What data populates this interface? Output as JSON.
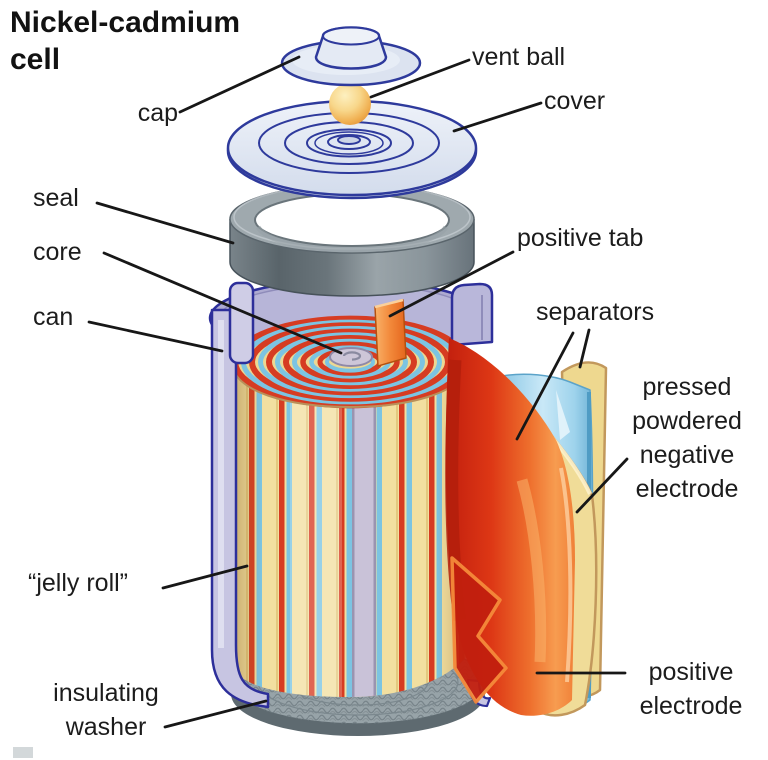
{
  "title": {
    "line1": "Nickel-cadmium",
    "line2": "cell"
  },
  "labels": {
    "cap": "cap",
    "vent_ball": "vent ball",
    "cover": "cover",
    "seal": "seal",
    "core": "core",
    "can": "can",
    "positive_tab": "positive tab",
    "separators": "separators",
    "negative_electrode": {
      "line1": "pressed",
      "line2": "powdered",
      "line3": "negative",
      "line4": "electrode"
    },
    "jelly_roll": "“jelly roll”",
    "insulating_washer": {
      "line1": "insulating",
      "line2": "washer"
    },
    "positive_electrode": {
      "line1": "positive",
      "line2": "electrode"
    }
  },
  "colors": {
    "background": "#ffffff",
    "label_text": "#1c1c1c",
    "outline_blue": "#2d329b",
    "can_lavender": "#b4b2d8",
    "seal_gray": "#7f8a90",
    "vent_ball_yellow": "#f7d488",
    "positive_red": "#d63c22",
    "positive_orange": "#f0853a",
    "separator_cream": "#f2dfa0",
    "negative_blue": "#7cc4e2",
    "washer_gray": "#93a0a6",
    "core_gray": "#c9c3d6"
  }
}
